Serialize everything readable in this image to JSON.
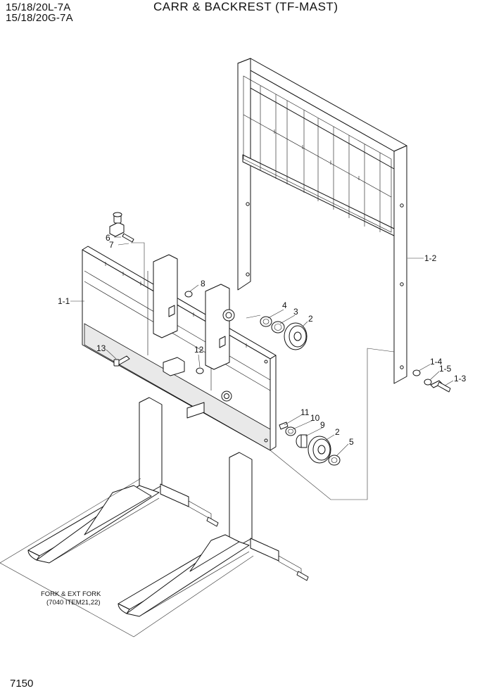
{
  "header": {
    "models": [
      "15/18/20L-7A",
      "15/18/20G-7A"
    ],
    "title": "CARR & BACKREST (TF-MAST)"
  },
  "parts": {
    "p1_1": "1-1",
    "p1_2": "1-2",
    "p1_3": "1-3",
    "p1_4": "1-4",
    "p1_5": "1-5",
    "p2a": "2",
    "p2b": "2",
    "p3": "3",
    "p4": "4",
    "p5": "5",
    "p6": "6",
    "p7": "7",
    "p8": "8",
    "p9": "9",
    "p10": "10",
    "p11": "11",
    "p12": "12",
    "p13": "13"
  },
  "fork_note": {
    "line1": "FORK & EXT FORK",
    "line2": "(7040 ITEM21,22)"
  },
  "footer": {
    "page_number": "7150"
  }
}
